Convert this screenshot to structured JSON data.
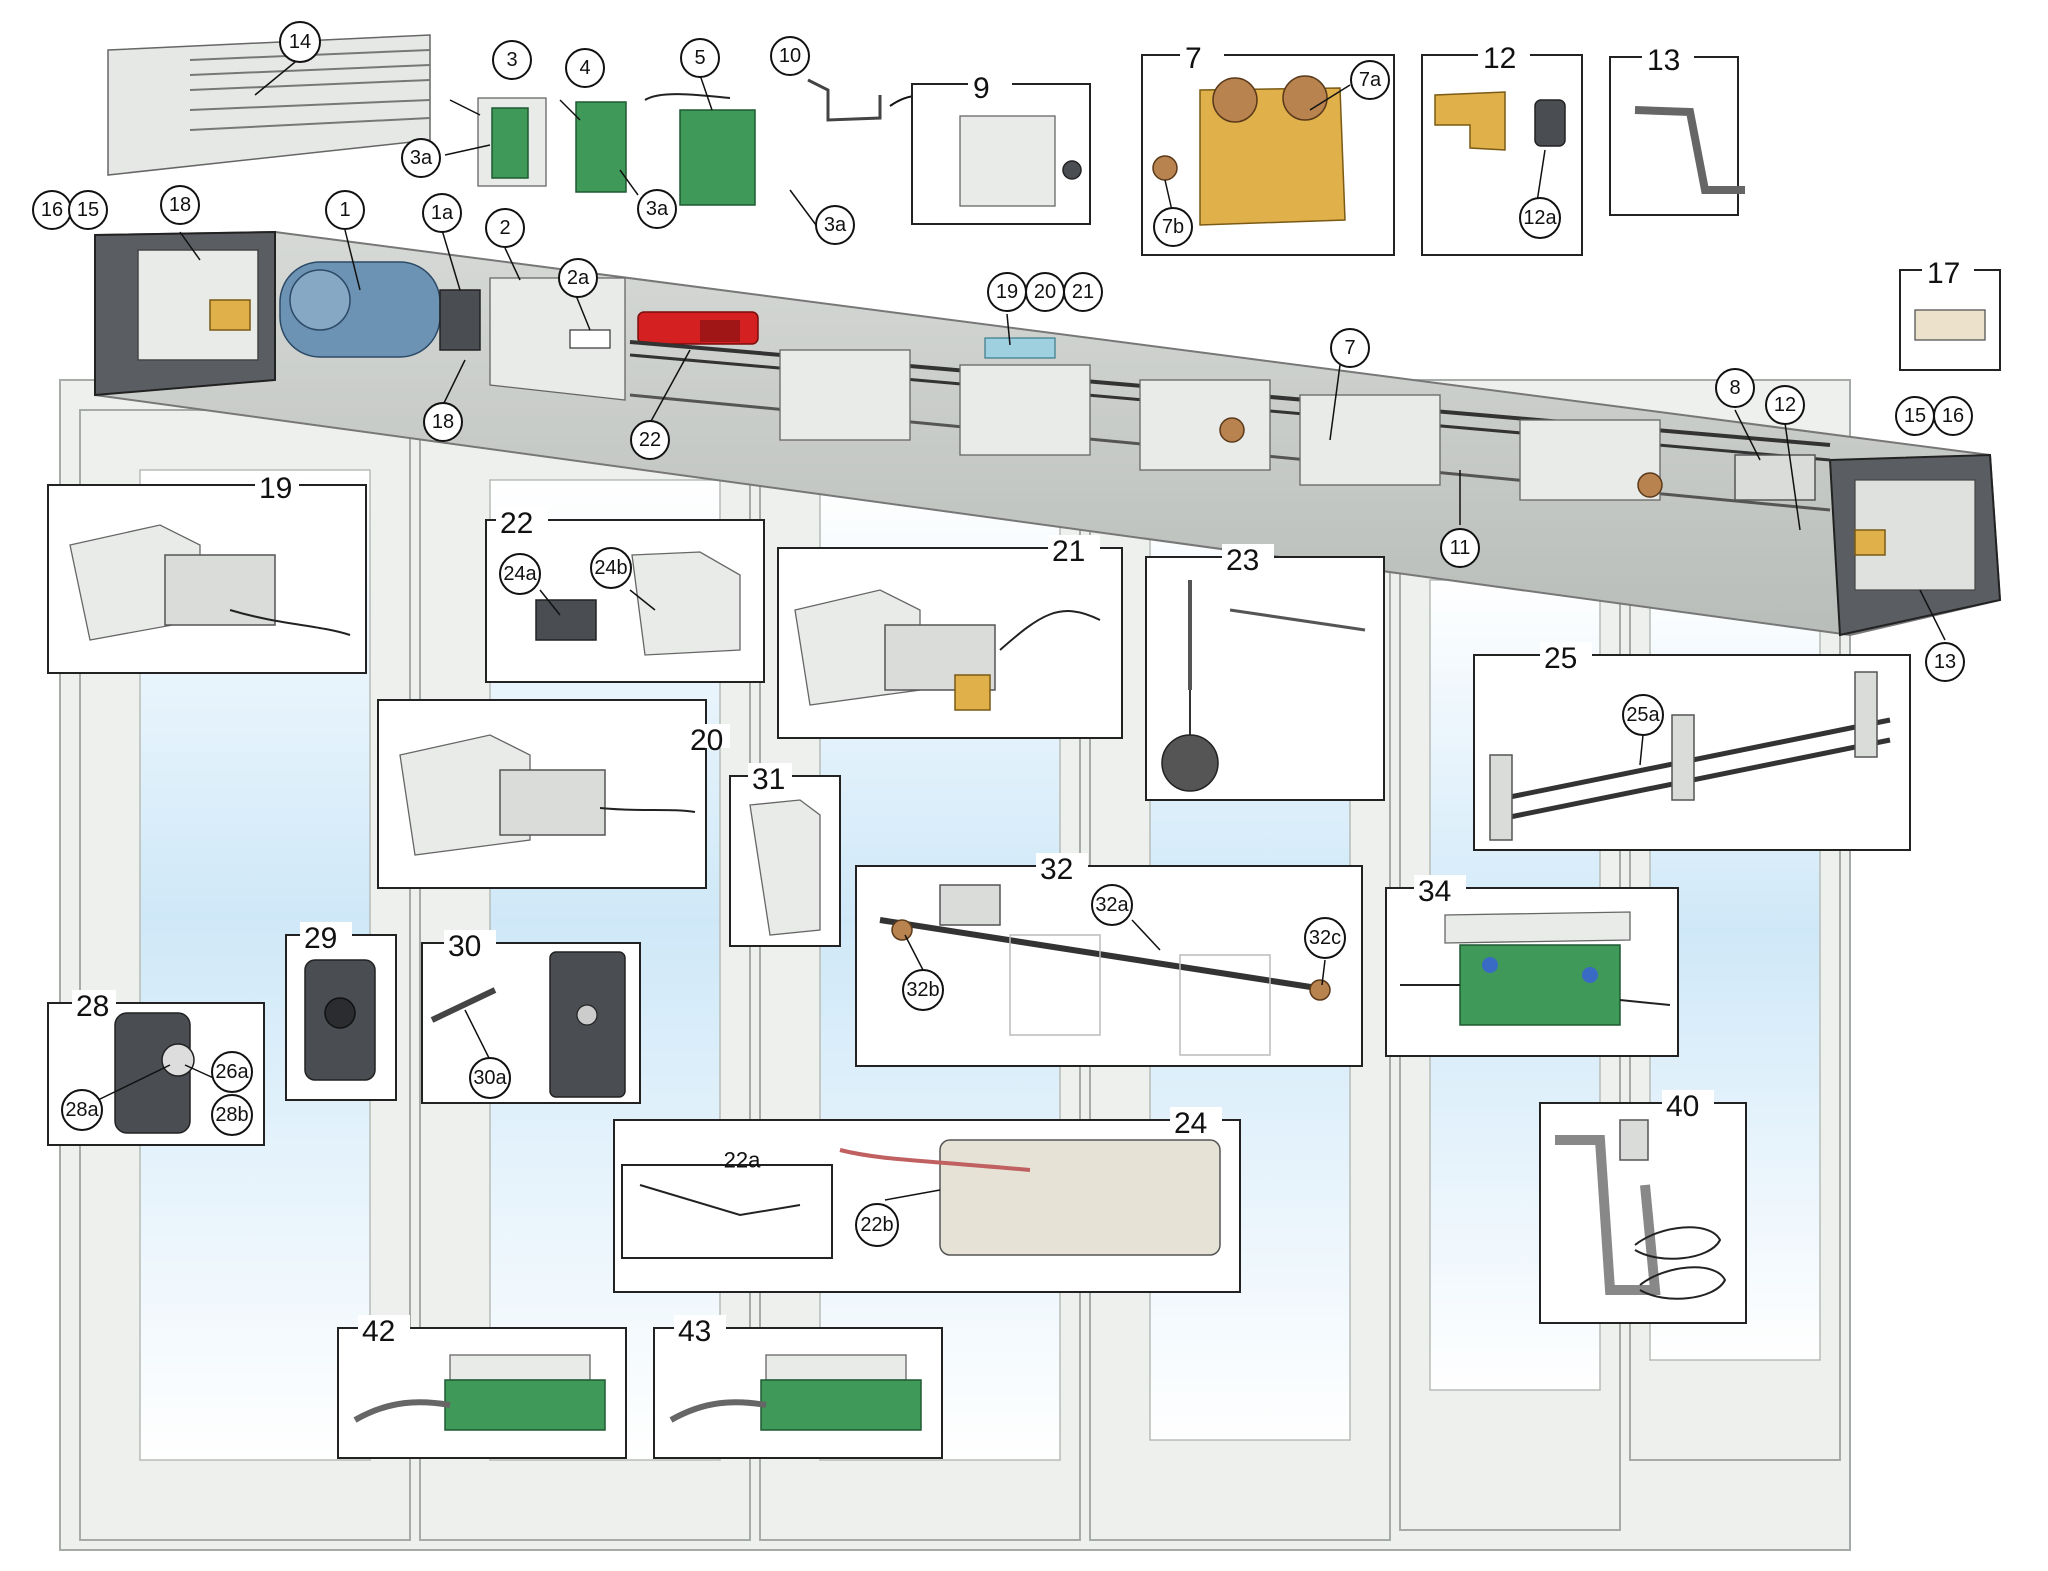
{
  "colors": {
    "housing": "#c7cbc7",
    "glass_top": "#ffffff",
    "glass_mid": "#cfe8f8",
    "pcb": "#3f9a5a",
    "magnet": "#d42020",
    "brass": "#e0b04a",
    "line": "#111111"
  },
  "boxes": [
    {
      "key": "b7",
      "label": "7"
    },
    {
      "key": "b9",
      "label": "9"
    },
    {
      "key": "b12",
      "label": "12"
    },
    {
      "key": "b13",
      "label": "13"
    },
    {
      "key": "b17",
      "label": "17"
    },
    {
      "key": "b19",
      "label": "19"
    },
    {
      "key": "b20",
      "label": "20"
    },
    {
      "key": "b21",
      "label": "21"
    },
    {
      "key": "b22",
      "label": "22"
    },
    {
      "key": "b23",
      "label": "23"
    },
    {
      "key": "b24",
      "label": "24"
    },
    {
      "key": "b25",
      "label": "25"
    },
    {
      "key": "b28",
      "label": "28"
    },
    {
      "key": "b29",
      "label": "29"
    },
    {
      "key": "b30",
      "label": "30"
    },
    {
      "key": "b31",
      "label": "31"
    },
    {
      "key": "b32",
      "label": "32"
    },
    {
      "key": "b34",
      "label": "34"
    },
    {
      "key": "b40",
      "label": "40"
    },
    {
      "key": "b42",
      "label": "42"
    },
    {
      "key": "b43",
      "label": "43"
    }
  ],
  "callouts": [
    {
      "key": "c14",
      "label": "14"
    },
    {
      "key": "c3",
      "label": "3"
    },
    {
      "key": "c3a_1",
      "label": "3a"
    },
    {
      "key": "c4",
      "label": "4"
    },
    {
      "key": "c3a_2",
      "label": "3a"
    },
    {
      "key": "c5",
      "label": "5"
    },
    {
      "key": "c3a_3",
      "label": "3a"
    },
    {
      "key": "c10",
      "label": "10"
    },
    {
      "key": "c7a",
      "label": "7a"
    },
    {
      "key": "c7b",
      "label": "7b"
    },
    {
      "key": "c12a",
      "label": "12a"
    },
    {
      "key": "c16_l",
      "label": "16"
    },
    {
      "key": "c15_l",
      "label": "15"
    },
    {
      "key": "c18_t",
      "label": "18"
    },
    {
      "key": "c1",
      "label": "1"
    },
    {
      "key": "c1a",
      "label": "1a"
    },
    {
      "key": "c2",
      "label": "2"
    },
    {
      "key": "c2a",
      "label": "2a"
    },
    {
      "key": "c18_b",
      "label": "18"
    },
    {
      "key": "c22",
      "label": "22"
    },
    {
      "key": "c19",
      "label": "19"
    },
    {
      "key": "c20",
      "label": "20"
    },
    {
      "key": "c21",
      "label": "21"
    },
    {
      "key": "c7",
      "label": "7"
    },
    {
      "key": "c8",
      "label": "8"
    },
    {
      "key": "c12",
      "label": "12"
    },
    {
      "key": "c15_r",
      "label": "15"
    },
    {
      "key": "c16_r",
      "label": "16"
    },
    {
      "key": "c11",
      "label": "11"
    },
    {
      "key": "c13",
      "label": "13"
    },
    {
      "key": "c24a",
      "label": "24a"
    },
    {
      "key": "c24b",
      "label": "24b"
    },
    {
      "key": "c25a",
      "label": "25a"
    },
    {
      "key": "c32a",
      "label": "32a"
    },
    {
      "key": "c32b",
      "label": "32b"
    },
    {
      "key": "c32c",
      "label": "32c"
    },
    {
      "key": "c28a",
      "label": "28a"
    },
    {
      "key": "c26a",
      "label": "26a"
    },
    {
      "key": "c28b",
      "label": "28b"
    },
    {
      "key": "c30a",
      "label": "30a"
    },
    {
      "key": "c22a",
      "label": "22a"
    },
    {
      "key": "c22b",
      "label": "22b"
    }
  ]
}
